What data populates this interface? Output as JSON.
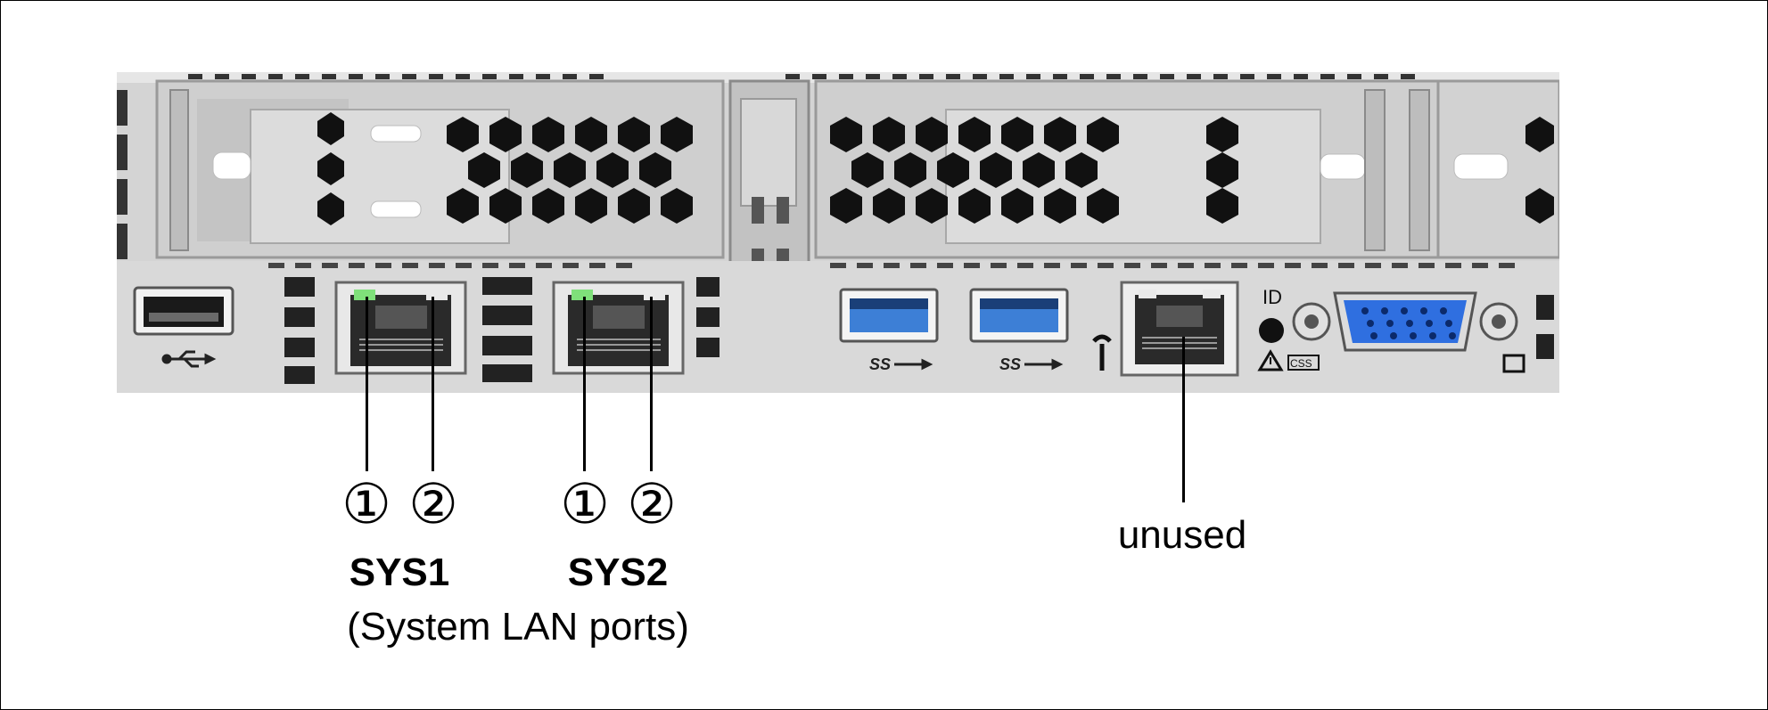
{
  "diagram": {
    "callouts": {
      "sys1": {
        "led1": "①",
        "led2": "②",
        "label": "SYS1"
      },
      "sys2": {
        "led1": "①",
        "led2": "②",
        "label": "SYS2"
      },
      "caption": "(System LAN ports)",
      "unused": "unused"
    },
    "panel": {
      "marks": {
        "id": "ID",
        "css": "CSS"
      }
    },
    "colors": {
      "chassis": "#c9c9c9",
      "usb3_blue": "#3d7fd6",
      "vga_blue": "#2f6fe0",
      "led_green": "#7fe07a",
      "led_white": "#e9e9e9"
    }
  }
}
